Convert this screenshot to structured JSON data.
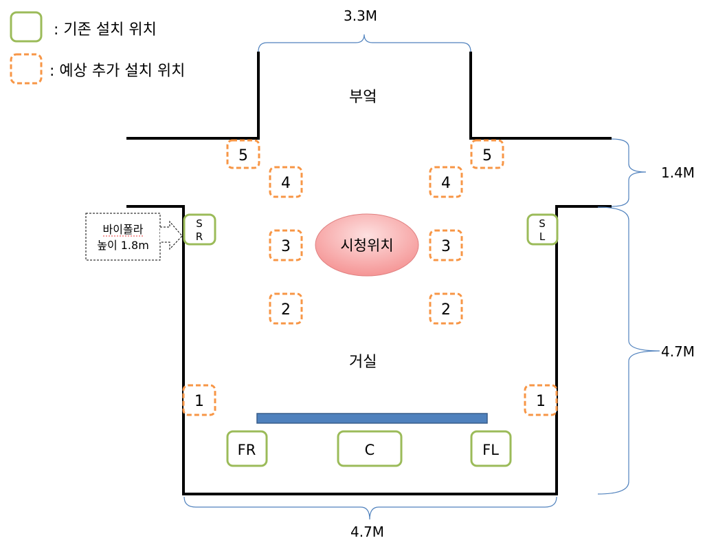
{
  "legend": {
    "existing": ": 기존 설치 위치",
    "planned": ": 예상 추가 설치 위치"
  },
  "rooms": {
    "kitchen": "부엌",
    "living": "거실"
  },
  "dimensions": {
    "top": "3.3M",
    "right_upper": "1.4M",
    "right_lower": "4.7M",
    "bottom": "4.7M"
  },
  "listening": "시청위치",
  "note": {
    "line1": "바이폴라",
    "line2": "높이 1.8m"
  },
  "existing_speakers": {
    "sr_1": "S",
    "sr_2": "R",
    "sl_1": "S",
    "sl_2": "L",
    "fr": "FR",
    "c": "C",
    "fl": "FL"
  },
  "planned_positions": {
    "p5": "5",
    "p4": "4",
    "p3": "3",
    "p2": "2",
    "p1": "1"
  },
  "colors": {
    "existing": "#9bbb59",
    "planned": "#f79646",
    "tv": "#4f81bd",
    "brace": "#4f81bd"
  }
}
